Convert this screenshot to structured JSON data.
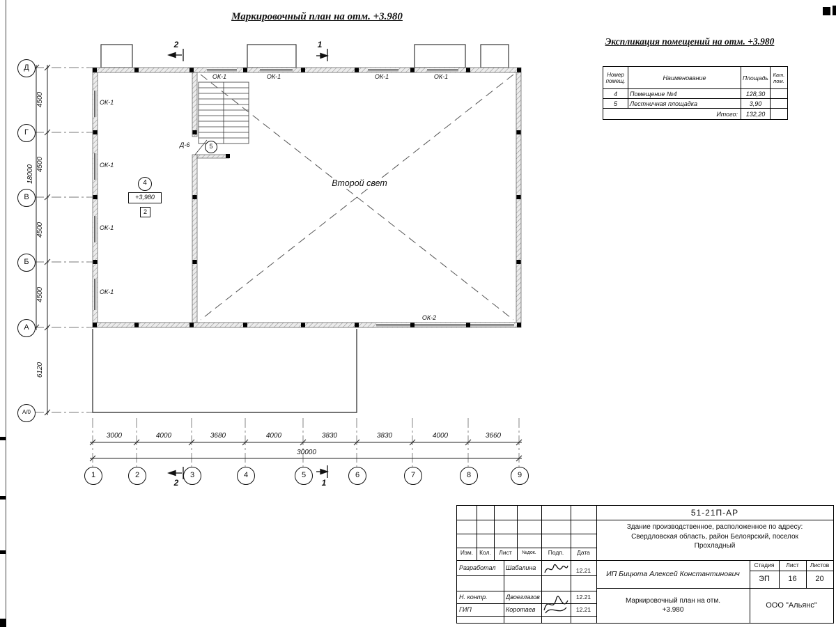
{
  "page": {
    "plan_title": "Маркировочный план на отм. +3.980",
    "schedule_title": "Экспликация помещений на отм. +3.980"
  },
  "plan": {
    "rows": [
      "Д",
      "Г",
      "В",
      "Б",
      "А",
      "А/0"
    ],
    "cols": [
      "1",
      "2",
      "3",
      "4",
      "5",
      "6",
      "7",
      "8",
      "9"
    ],
    "row_dims": [
      "4500",
      "4500",
      "4500",
      "4500"
    ],
    "dim_6120": "6120",
    "row_total": "18000",
    "col_dims": [
      "3000",
      "4000",
      "3680",
      "4000",
      "3830",
      "3830",
      "4000",
      "3660"
    ],
    "col_total": "30000",
    "ok1": "ОК-1",
    "ok2": "ОК-2",
    "second_light": "Второй свет",
    "room4": "4",
    "room5": "5",
    "elevation": "+3,980",
    "zone": "2",
    "door": "Д-6",
    "section1": "1",
    "section2": "2"
  },
  "schedule": {
    "col_num": "Номер\nпомещ.",
    "col_name": "Наименование",
    "col_area": "Площадь",
    "col_cat": "Кат.\nпом.",
    "rows": [
      {
        "num": "4",
        "name": "Помещение №4",
        "area": "128,30"
      },
      {
        "num": "5",
        "name": "Лестничная площадка",
        "area": "3,90"
      }
    ],
    "total_label": "Итого:",
    "total_value": "132,20"
  },
  "titleblock": {
    "doc_number": "51-21П-АР",
    "project": "Здание производственное, расположенное по адресу:\nСвердловская область, район Белоярский, поселок\nПрохладный",
    "cols": [
      "Изм.",
      "Кол.",
      "Лист",
      "№док.",
      "Подп.",
      "Дата"
    ],
    "rows": [
      {
        "role": "Разработал",
        "name": "Шабалина",
        "date": "12.21"
      },
      {
        "role": "Н. контр.",
        "name": "Двоеглазов",
        "date": "12.21"
      },
      {
        "role": "ГИП",
        "name": "Коротаев",
        "date": "12.21"
      }
    ],
    "client": "ИП Бицюта Алексей Константинович",
    "stage_label": "Стадия",
    "sheet_label": "Лист",
    "sheets_label": "Листов",
    "stage": "ЭП",
    "sheet_num": "16",
    "sheets_total": "20",
    "drawing_name": "Маркировочный план на отм.\n+3.980",
    "company": "ООО \"Альянс\""
  }
}
